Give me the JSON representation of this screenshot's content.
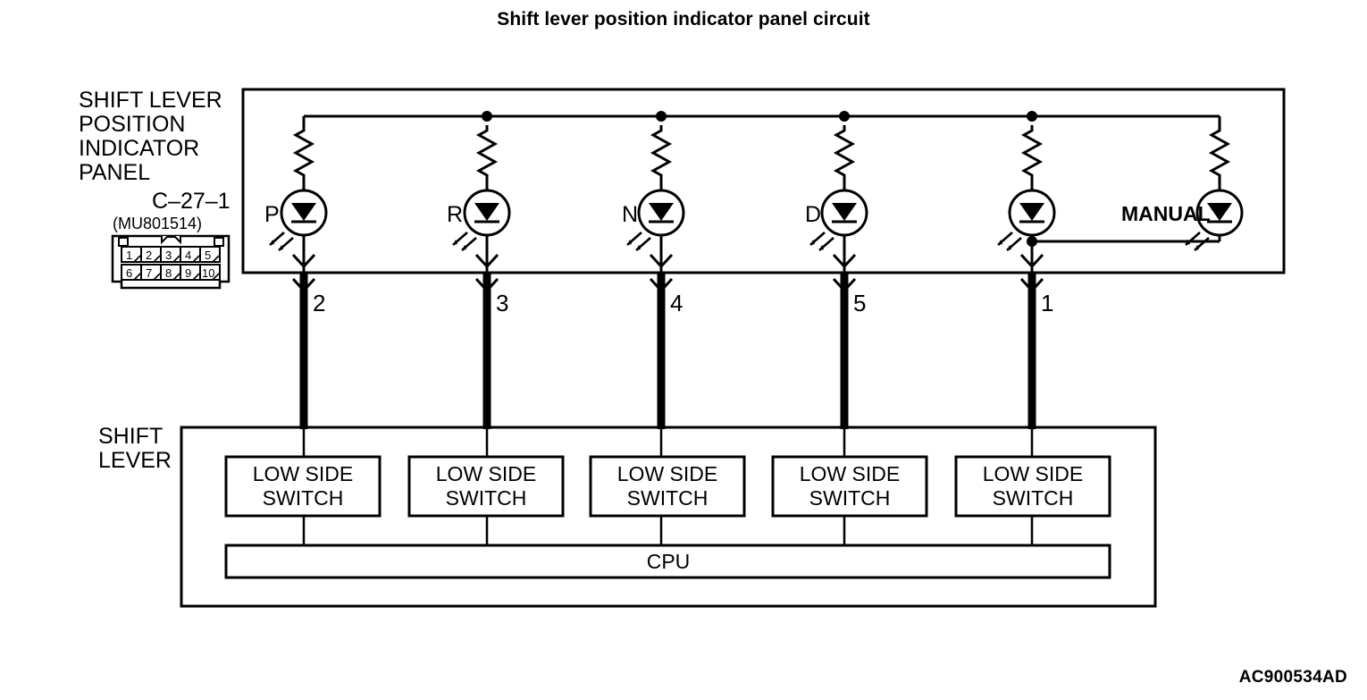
{
  "title": "Shift lever position indicator panel circuit",
  "drawing_code": "AC900534AD",
  "panel": {
    "name_lines": [
      "SHIFT LEVER",
      "POSITION",
      "INDICATOR",
      "PANEL"
    ],
    "connector_id": "C–27–1",
    "connector_part": "(MU801514)",
    "connector_pins_top": [
      "1",
      "2",
      "3",
      "4",
      "5"
    ],
    "connector_pins_bottom": [
      "6",
      "7",
      "8",
      "9",
      "10"
    ]
  },
  "leds": [
    {
      "label": "P",
      "pin": "2"
    },
    {
      "label": "R",
      "pin": "3"
    },
    {
      "label": "N",
      "pin": "4"
    },
    {
      "label": "D",
      "pin": "5"
    },
    {
      "label": "",
      "pin": "1"
    },
    {
      "label": "MANUAL",
      "pin": ""
    }
  ],
  "shift_lever": {
    "name_lines": [
      "SHIFT",
      "LEVER"
    ],
    "switches": [
      {
        "line1": "LOW SIDE",
        "line2": "SWITCH"
      },
      {
        "line1": "LOW SIDE",
        "line2": "SWITCH"
      },
      {
        "line1": "LOW SIDE",
        "line2": "SWITCH"
      },
      {
        "line1": "LOW SIDE",
        "line2": "SWITCH"
      },
      {
        "line1": "LOW SIDE",
        "line2": "SWITCH"
      }
    ],
    "cpu_label": "CPU"
  },
  "colors": {
    "ink": "#000000",
    "background": "#ffffff"
  }
}
